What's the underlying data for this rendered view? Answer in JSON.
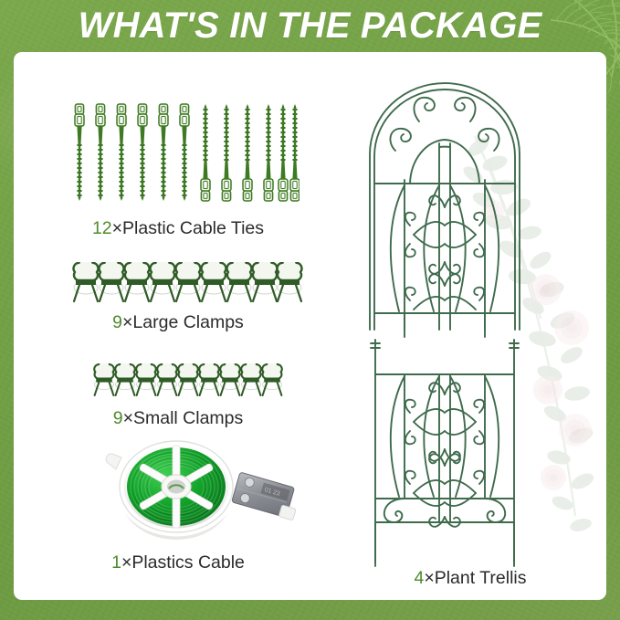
{
  "header": {
    "title": "WHAT'S IN THE PACKAGE",
    "background_color": "#76a348",
    "title_color": "#ffffff",
    "decor_icon": "palm-frond-icon"
  },
  "card": {
    "background_color": "#ffffff",
    "watermark_icon": "climbing-rose-watermark-icon"
  },
  "accent_colors": {
    "quantity_green": "#4e8b2c",
    "label_dark": "#2b2b2b",
    "trellis_green": "#3f6b4d",
    "tie_green": "#3e7a23",
    "clamp_green": "#2f5c26",
    "spool_green": "#16a02a",
    "spool_white": "#f4f4f4",
    "cutter_gray": "#8d9096"
  },
  "items": [
    {
      "id": "plastic-cable-ties",
      "quantity": "12",
      "separator": "×",
      "name": "Plastic Cable Ties",
      "label": "12×Plastic Cable Ties",
      "icon": "cable-tie-icon",
      "count_drawn": 12
    },
    {
      "id": "large-clamps",
      "quantity": "9",
      "separator": "×",
      "name": "Large Clamps",
      "label": "9×Large Clamps",
      "icon": "clamp-icon",
      "count_drawn": 9
    },
    {
      "id": "small-clamps",
      "quantity": "9",
      "separator": "×",
      "name": "Small Clamps",
      "label": "9×Small Clamps",
      "icon": "clamp-icon",
      "count_drawn": 9
    },
    {
      "id": "plastics-cable",
      "quantity": "1",
      "separator": "×",
      "name": "Plastics Cable",
      "label": "1×Plastics Cable",
      "icon": "wire-spool-icon",
      "count_drawn": 1
    },
    {
      "id": "plant-trellis",
      "quantity": "4",
      "separator": "×",
      "name": "Plant Trellis",
      "label": "4×Plant Trellis",
      "icon": "arched-trellis-icon",
      "count_drawn": 2
    }
  ]
}
